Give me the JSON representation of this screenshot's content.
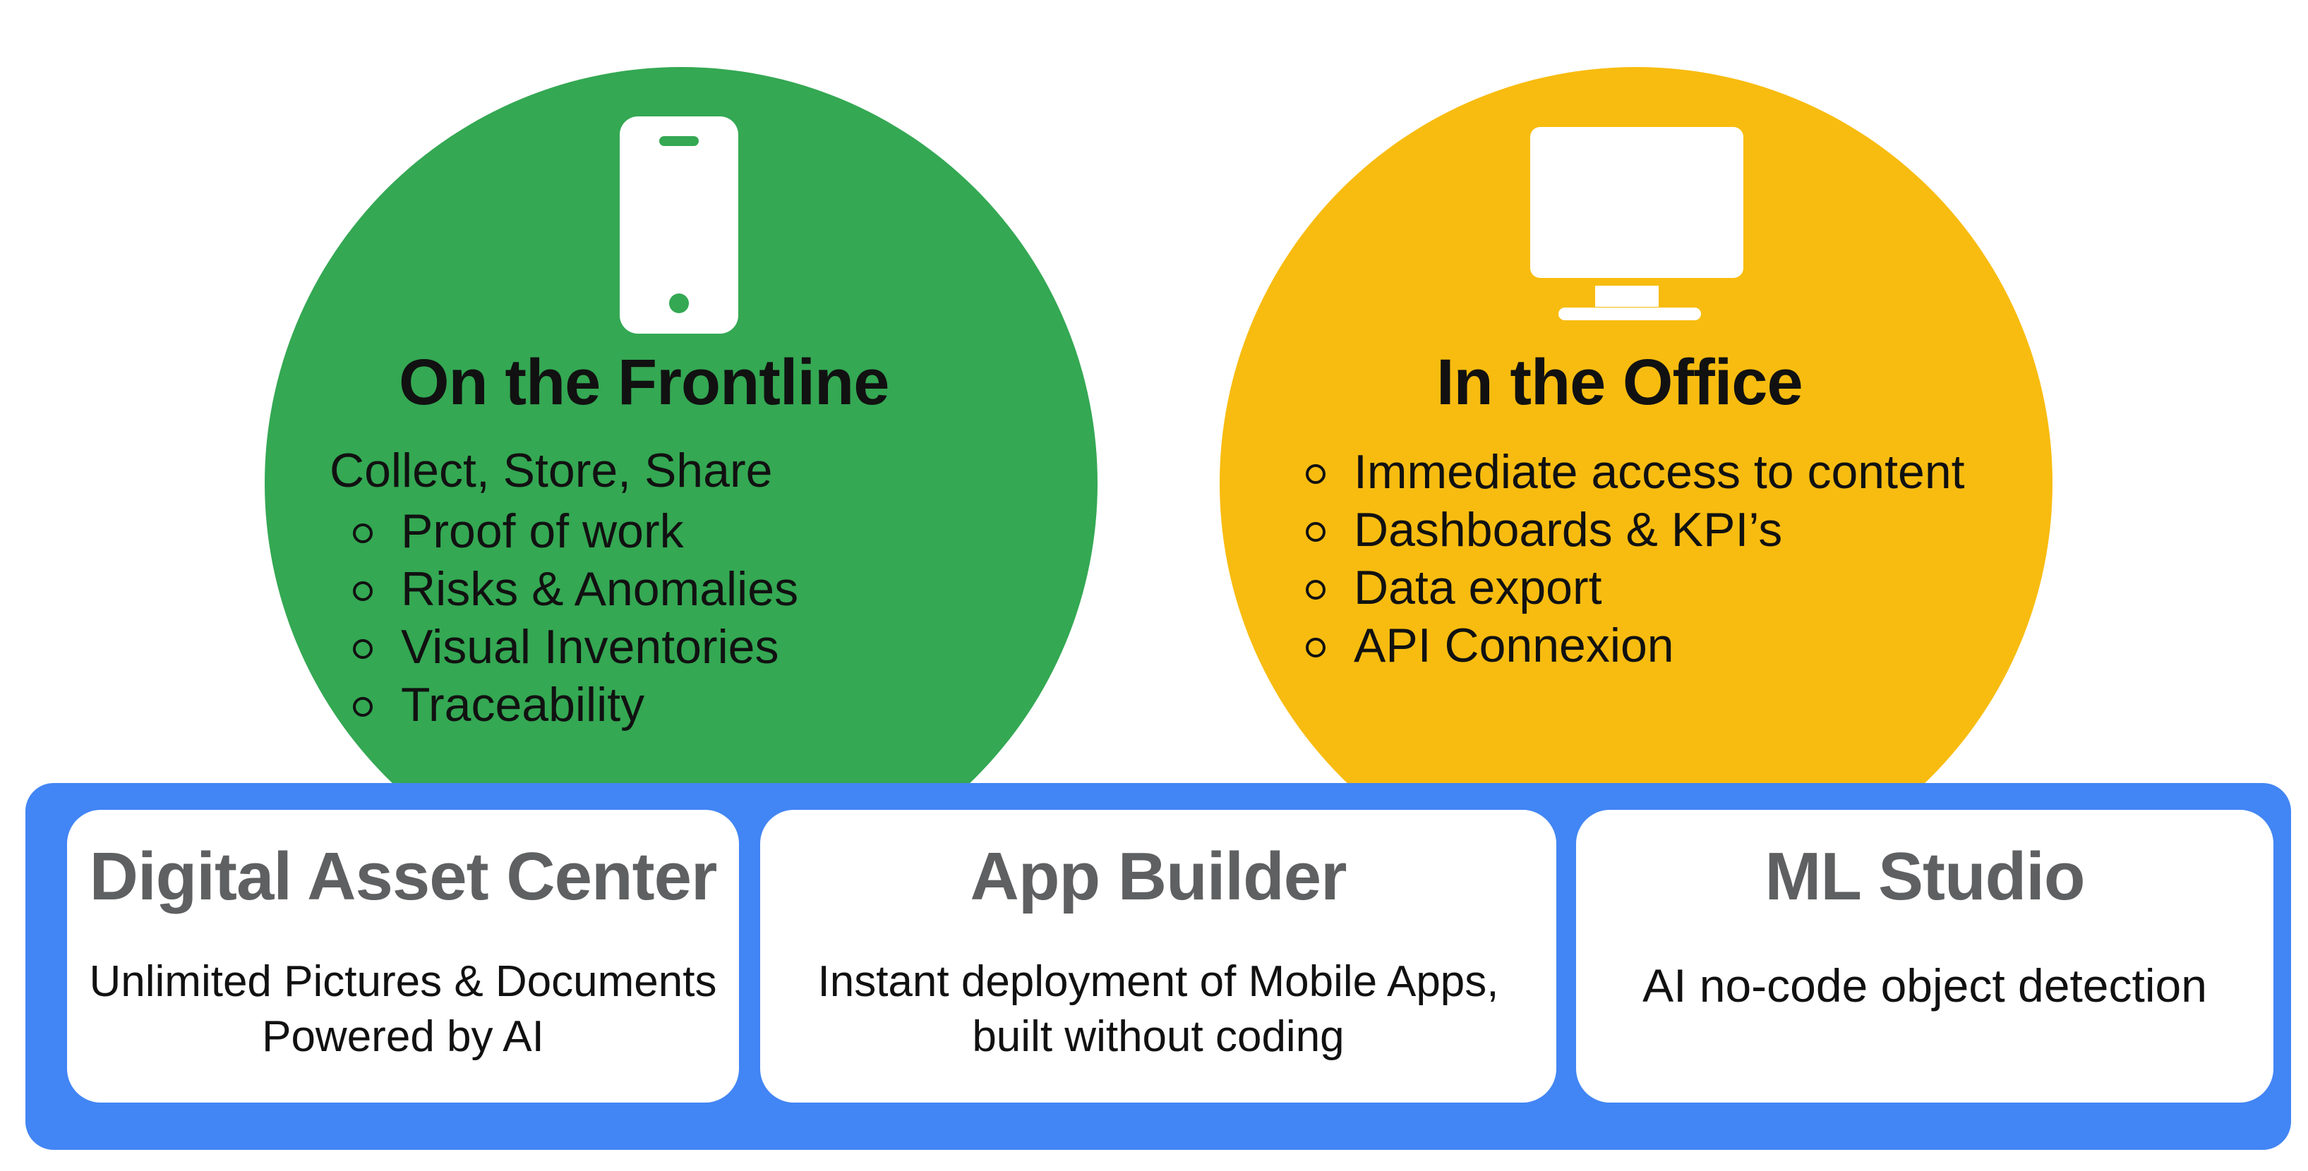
{
  "colors": {
    "frontline_circle": "#34a853",
    "office_circle": "#f8bc10",
    "platform_bar": "#4285f4",
    "card_background": "#ffffff",
    "card_title": "#5f6061"
  },
  "frontline": {
    "icon": "mobile-phone-icon",
    "title": "On the Frontline",
    "intro": "Collect, Store, Share",
    "bullets": [
      "Proof of work",
      "Risks & Anomalies",
      "Visual Inventories",
      "Traceability"
    ]
  },
  "office": {
    "icon": "desktop-monitor-icon",
    "title": "In the Office",
    "bullets": [
      "Immediate access to content",
      "Dashboards & KPI’s",
      "Data export",
      "API Connexion"
    ]
  },
  "platform": {
    "cards": [
      {
        "title": "Digital Asset Center",
        "lines": [
          "Unlimited Pictures & Documents",
          "Powered by AI"
        ]
      },
      {
        "title": "App Builder",
        "lines": [
          "Instant deployment of Mobile Apps,",
          "built without coding"
        ]
      },
      {
        "title": "ML Studio",
        "lines": [
          "AI no-code object detection"
        ]
      }
    ]
  }
}
